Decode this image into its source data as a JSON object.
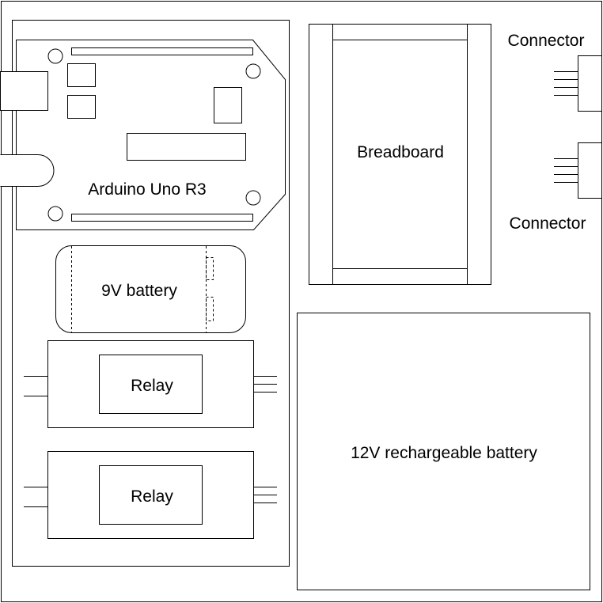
{
  "labels": {
    "arduino": "Arduino Uno R3",
    "battery_9v": "9V battery",
    "relay_1": "Relay",
    "relay_2": "Relay",
    "breadboard": "Breadboard",
    "connector_top": "Connector",
    "connector_bottom": "Connector",
    "battery_12v": "12V rechargeable battery"
  }
}
